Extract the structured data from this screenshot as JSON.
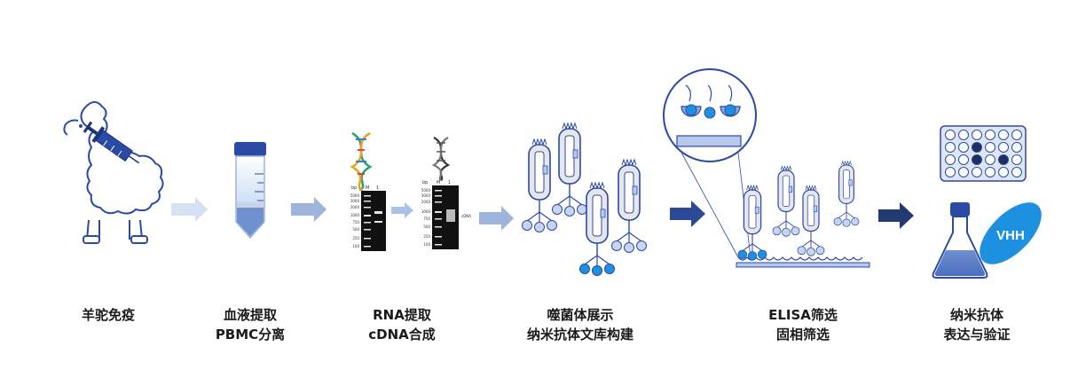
{
  "steps": [
    {
      "line1": "羊驼免疫",
      "line2": ""
    },
    {
      "line1": "血液提取",
      "line2": "PBMC分离"
    },
    {
      "line1": "RNA提取",
      "line2": "cDNA合成"
    },
    {
      "line1": "噬菌体展示",
      "line2": "纳米抗体文库构建"
    },
    {
      "line1": "ELISA筛选",
      "line2": "固相筛选"
    },
    {
      "line1": "纳米抗体",
      "line2": "表达与验证"
    }
  ],
  "gel": {
    "unit": "bp",
    "lane_m": "M",
    "lane_1": "1",
    "ladder": [
      "5000",
      "3000",
      "2000",
      "1000",
      "750",
      "500",
      "250",
      "100"
    ],
    "product": "cDNA"
  },
  "antibody_label": "VHH",
  "colors": {
    "primary": "#2b4aa6",
    "light_blue": "#1e90e0",
    "arrow_light": "#d6e2f3",
    "arrow_mid": "#9fb4dd",
    "arrow_dark": "#2c4a93",
    "arrow_darkest": "#223a72"
  }
}
